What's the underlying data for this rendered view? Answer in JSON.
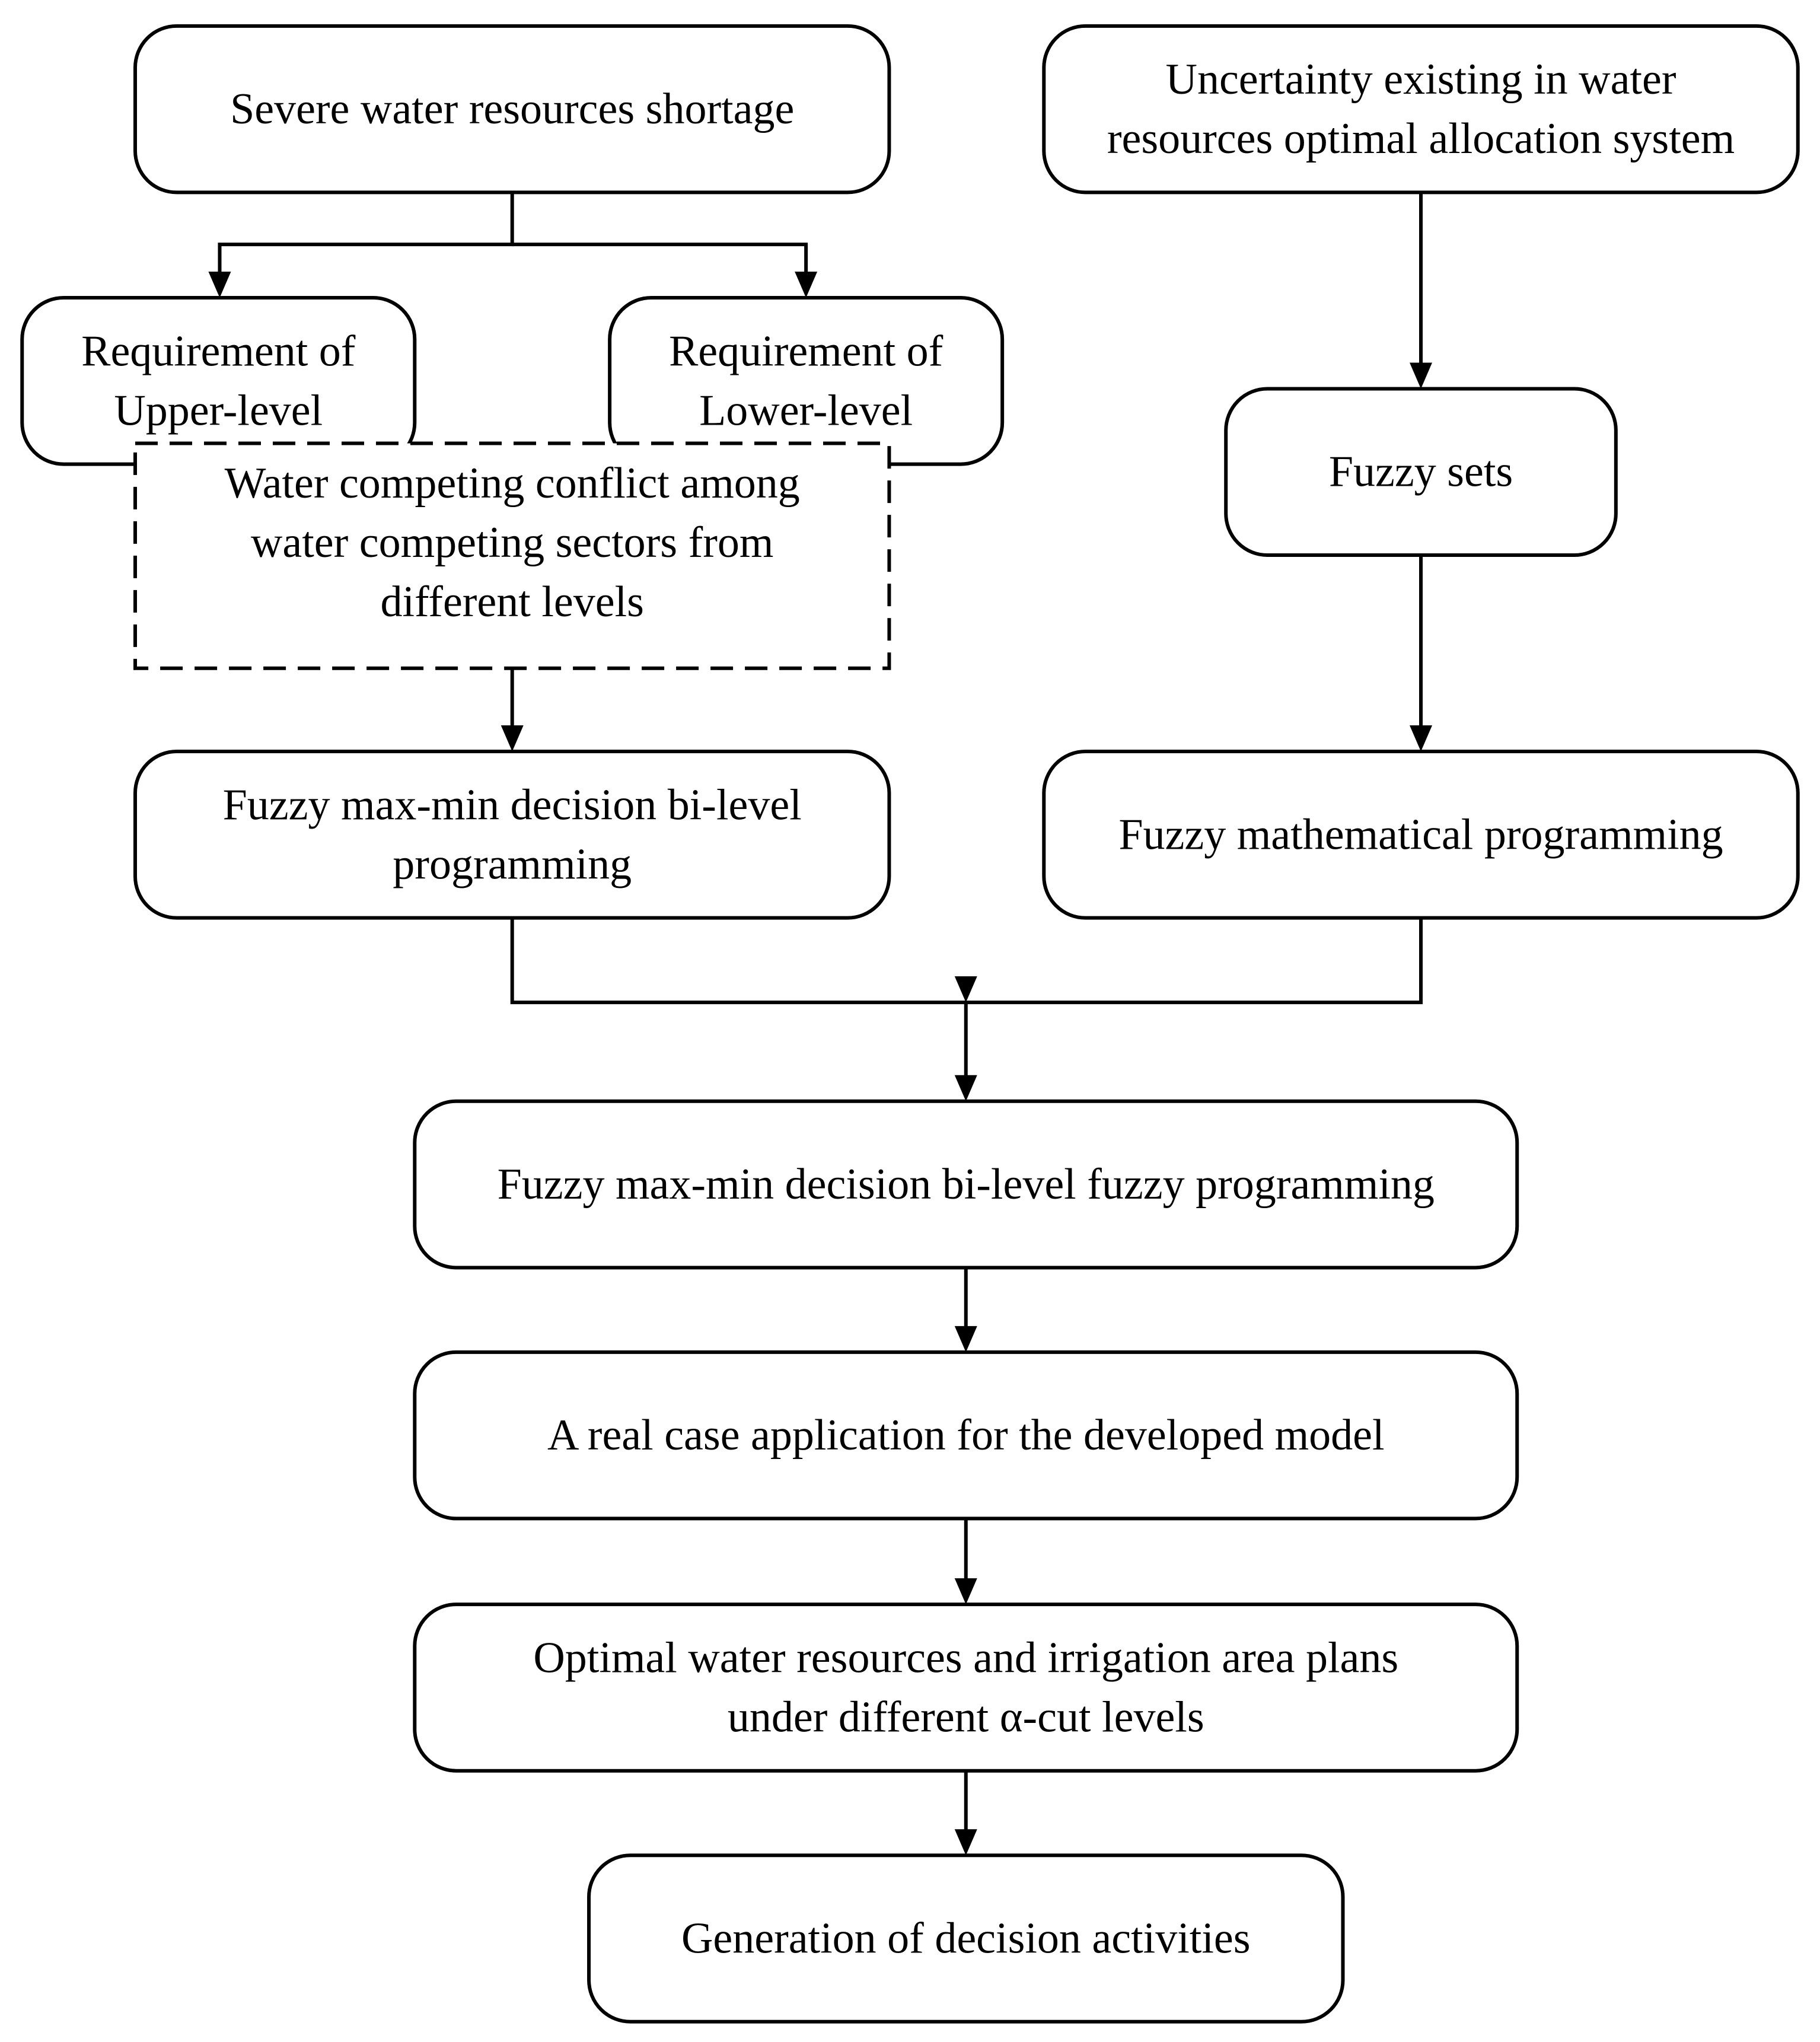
{
  "diagram": {
    "colors": {
      "stroke": "#000000",
      "background": "#ffffff"
    },
    "nodes": {
      "shortage": {
        "lines": [
          "Severe water resources shortage"
        ]
      },
      "uncertainty": {
        "lines": [
          "Uncertainty existing in water",
          "resources optimal allocation system"
        ]
      },
      "upper": {
        "lines": [
          "Requirement of",
          "Upper-level"
        ]
      },
      "lower": {
        "lines": [
          "Requirement of",
          "Lower-level"
        ]
      },
      "conflict": {
        "lines": [
          "Water competing conflict among",
          "water competing sectors from",
          "different levels"
        ]
      },
      "fuzzy_sets": {
        "lines": [
          "Fuzzy sets"
        ]
      },
      "bilevel": {
        "lines": [
          "Fuzzy max-min decision bi-level",
          "programming"
        ]
      },
      "fuzzy_math": {
        "lines": [
          "Fuzzy mathematical programming"
        ]
      },
      "combined": {
        "lines": [
          "Fuzzy max-min decision bi-level fuzzy programming"
        ]
      },
      "case": {
        "lines": [
          "A real case application for the developed model"
        ]
      },
      "plans": {
        "lines": [
          "Optimal water resources and irrigation area plans",
          "under different α-cut levels"
        ]
      },
      "activities": {
        "lines": [
          "Generation of decision activities"
        ]
      }
    },
    "edges": [
      {
        "from": "shortage",
        "to": "upper"
      },
      {
        "from": "shortage",
        "to": "lower"
      },
      {
        "from": "uncertainty",
        "to": "fuzzy_sets"
      },
      {
        "from": "conflict",
        "to": "bilevel"
      },
      {
        "from": "fuzzy_sets",
        "to": "fuzzy_math"
      },
      {
        "from": "bilevel",
        "to": "combined"
      },
      {
        "from": "fuzzy_math",
        "to": "combined"
      },
      {
        "from": "combined",
        "to": "case"
      },
      {
        "from": "case",
        "to": "plans"
      },
      {
        "from": "plans",
        "to": "activities"
      }
    ]
  }
}
